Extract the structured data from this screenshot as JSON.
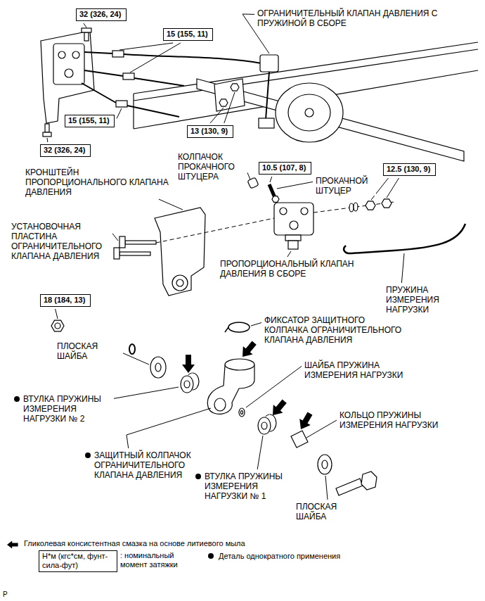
{
  "diagram": {
    "nodes": [
      {
        "text": [
          "32 (326, 24)"
        ]
      },
      {
        "text": [
          "15 (155, 11)"
        ]
      },
      {
        "text": [
          "15 (155, 11)"
        ]
      },
      {
        "text": [
          "13 (130, 9)"
        ]
      },
      {
        "text": [
          "32 (326, 24)"
        ]
      },
      {
        "text": [
          "10.5 (107, 8)"
        ]
      },
      {
        "text": [
          "12.5 (130, 9)"
        ]
      },
      {
        "text": [
          "18 (184, 13)"
        ]
      },
      {
        "text": [
          "Н*м (кгс*см, фунт-сила-фут)"
        ]
      }
    ],
    "labels": [
      "ОГРАНИЧИТЕЛЬНЫЙ КЛАПАН ДАВЛЕНИЯ С ПРУЖИНОЙ В СБОРЕ",
      "КОЛПАЧОК ПРОКАЧНОГО ШТУЦЕРА",
      "ПРОКАЧНОЙ ШТУЦЕР",
      "КРОНШТЕЙН ПРОПОРЦИОНАЛЬНОГО КЛАПАНА ДАВЛЕНИЯ",
      "УСТАНОВОЧНАЯ ПЛАСТИНА ОГРАНИЧИТЕЛЬНОГО КЛАПАНА ДАВЛЕНИЯ",
      "ПРОПОРЦИОНАЛЬНЫЙ КЛАПАН ДАВЛЕНИЯ В СБОРЕ",
      "ПРУЖИНА ИЗМЕРЕНИЯ НАГРУЗКИ",
      "ФИКСАТОР ЗАЩИТНОГО КОЛПАЧКА ОГРАНИЧИТЕЛЬНОГО КЛАПАНА ДАВЛЕНИЯ",
      "ПЛОСКАЯ ШАЙБА",
      "ШАЙБА ПРУЖИНА ИЗМЕРЕНИЯ НАГРУЗКИ",
      "ВТУЛКА ПРУЖИНЫ ИЗМЕРЕНИЯ НАГРУЗКИ № 2",
      "КОЛЬЦО ПРУЖИНЫ ИЗМЕРЕНИЯ НАГРУЗКИ",
      "ЗАЩИТНЫЙ КОЛПАЧОК ОГРАНИЧИТЕЛЬНОГО КЛАПАНА ДАВЛЕНИЯ",
      "ВТУЛКА ПРУЖИНЫ ИЗМЕРЕНИЯ НАГРУЗКИ № 1",
      "ПЛОСКАЯ ШАЙБА",
      "P"
    ],
    "legend": [
      {
        "text": "Гликолевая консистентная смазка на основе литиевого мыла"
      },
      {
        "text": ": номинальный момент затяжки"
      },
      {
        "text": "Деталь однократного применения"
      }
    ]
  }
}
